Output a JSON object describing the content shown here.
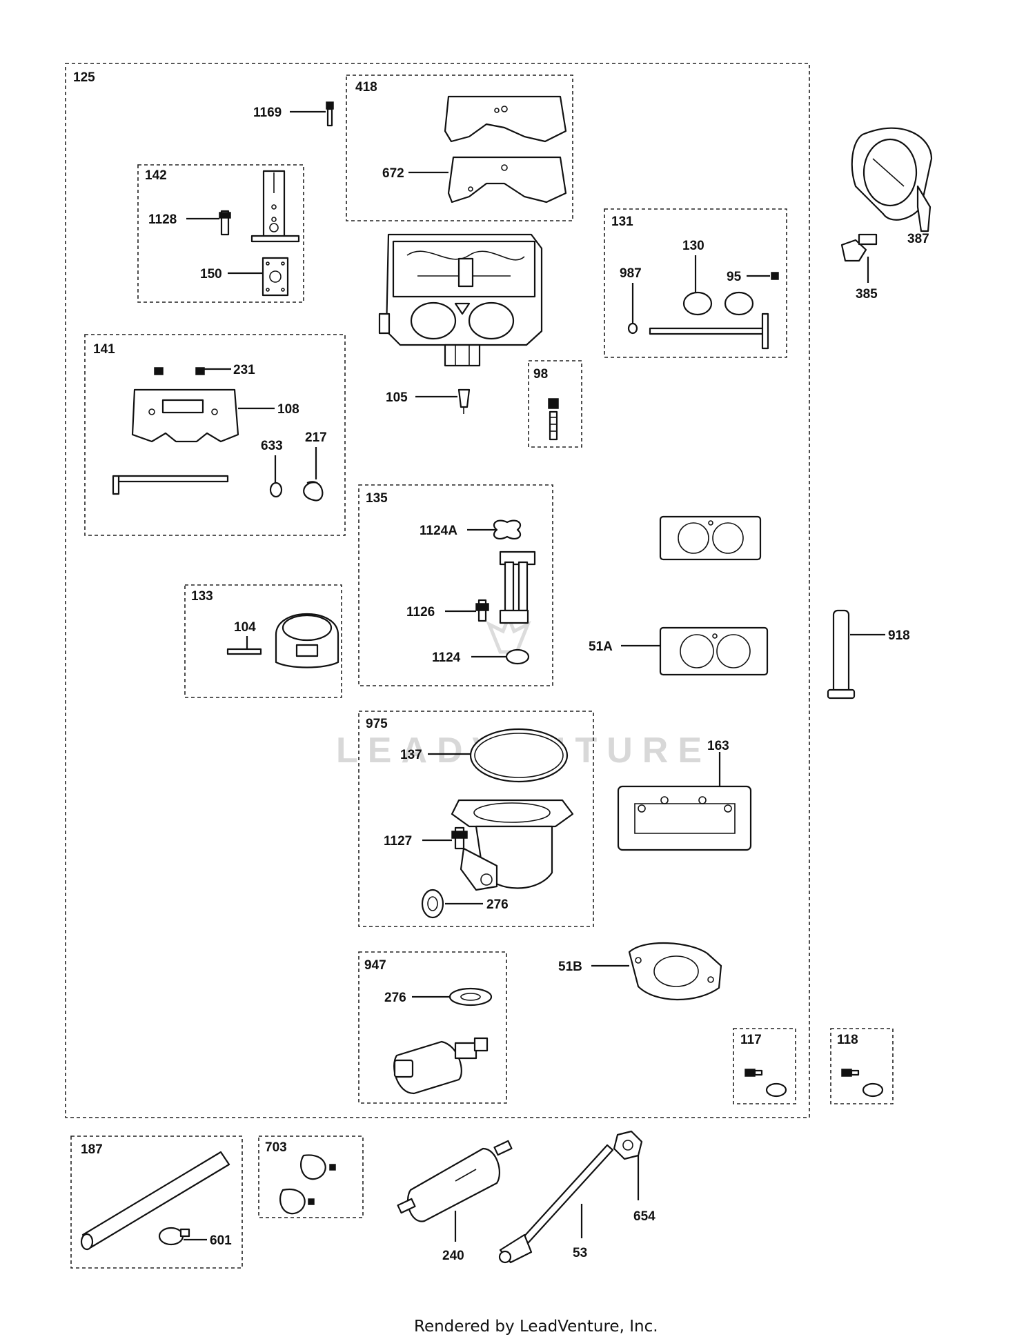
{
  "diagram": {
    "groups": [
      {
        "id": "g125",
        "label": "125"
      },
      {
        "id": "g418",
        "label": "418"
      },
      {
        "id": "g142",
        "label": "142"
      },
      {
        "id": "g131",
        "label": "131"
      },
      {
        "id": "g141",
        "label": "141"
      },
      {
        "id": "g98",
        "label": "98"
      },
      {
        "id": "g135",
        "label": "135"
      },
      {
        "id": "g133",
        "label": "133"
      },
      {
        "id": "g975",
        "label": "975"
      },
      {
        "id": "g947",
        "label": "947"
      },
      {
        "id": "g117",
        "label": "117"
      },
      {
        "id": "g118",
        "label": "118"
      },
      {
        "id": "g187",
        "label": "187"
      },
      {
        "id": "g703",
        "label": "703"
      }
    ],
    "callouts": [
      "1169",
      "672",
      "1128",
      "150",
      "231",
      "108",
      "633",
      "217",
      "105",
      "987",
      "130",
      "95",
      "387",
      "385",
      "1124A",
      "1126",
      "1124",
      "104",
      "51A",
      "918",
      "137",
      "163",
      "1127",
      "276",
      "51B",
      "276",
      "601",
      "240",
      "53",
      "654"
    ],
    "watermark": "LEADVENTURE",
    "footer": "Rendered by LeadVenture, Inc."
  }
}
